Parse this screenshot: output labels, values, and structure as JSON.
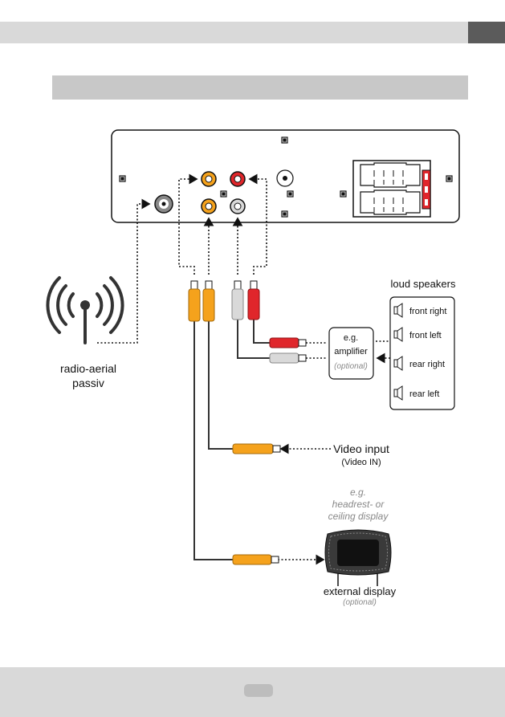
{
  "labels": {
    "radio_aerial": "radio-aerial",
    "passiv": "passiv",
    "loud_speakers": "loud speakers",
    "front_right": "front right",
    "front_left": "front left",
    "rear_right": "rear right",
    "rear_left": "rear left",
    "eg": "e.g.",
    "amplifier": "amplifier",
    "optional": "(optional)",
    "video_input": "Video input",
    "video_in": "(Video IN)",
    "headrest_eg": "e.g.",
    "headrest_line1": "headrest- or",
    "headrest_line2": "ceiling display",
    "external_display": "external display",
    "external_optional": "(optional)"
  },
  "colors": {
    "rca_yellow": "#f5a21c",
    "rca_red": "#e0262b",
    "rca_white": "#d9d9d9",
    "cable": "#333333",
    "panel_gray": "#c8c8c8"
  }
}
